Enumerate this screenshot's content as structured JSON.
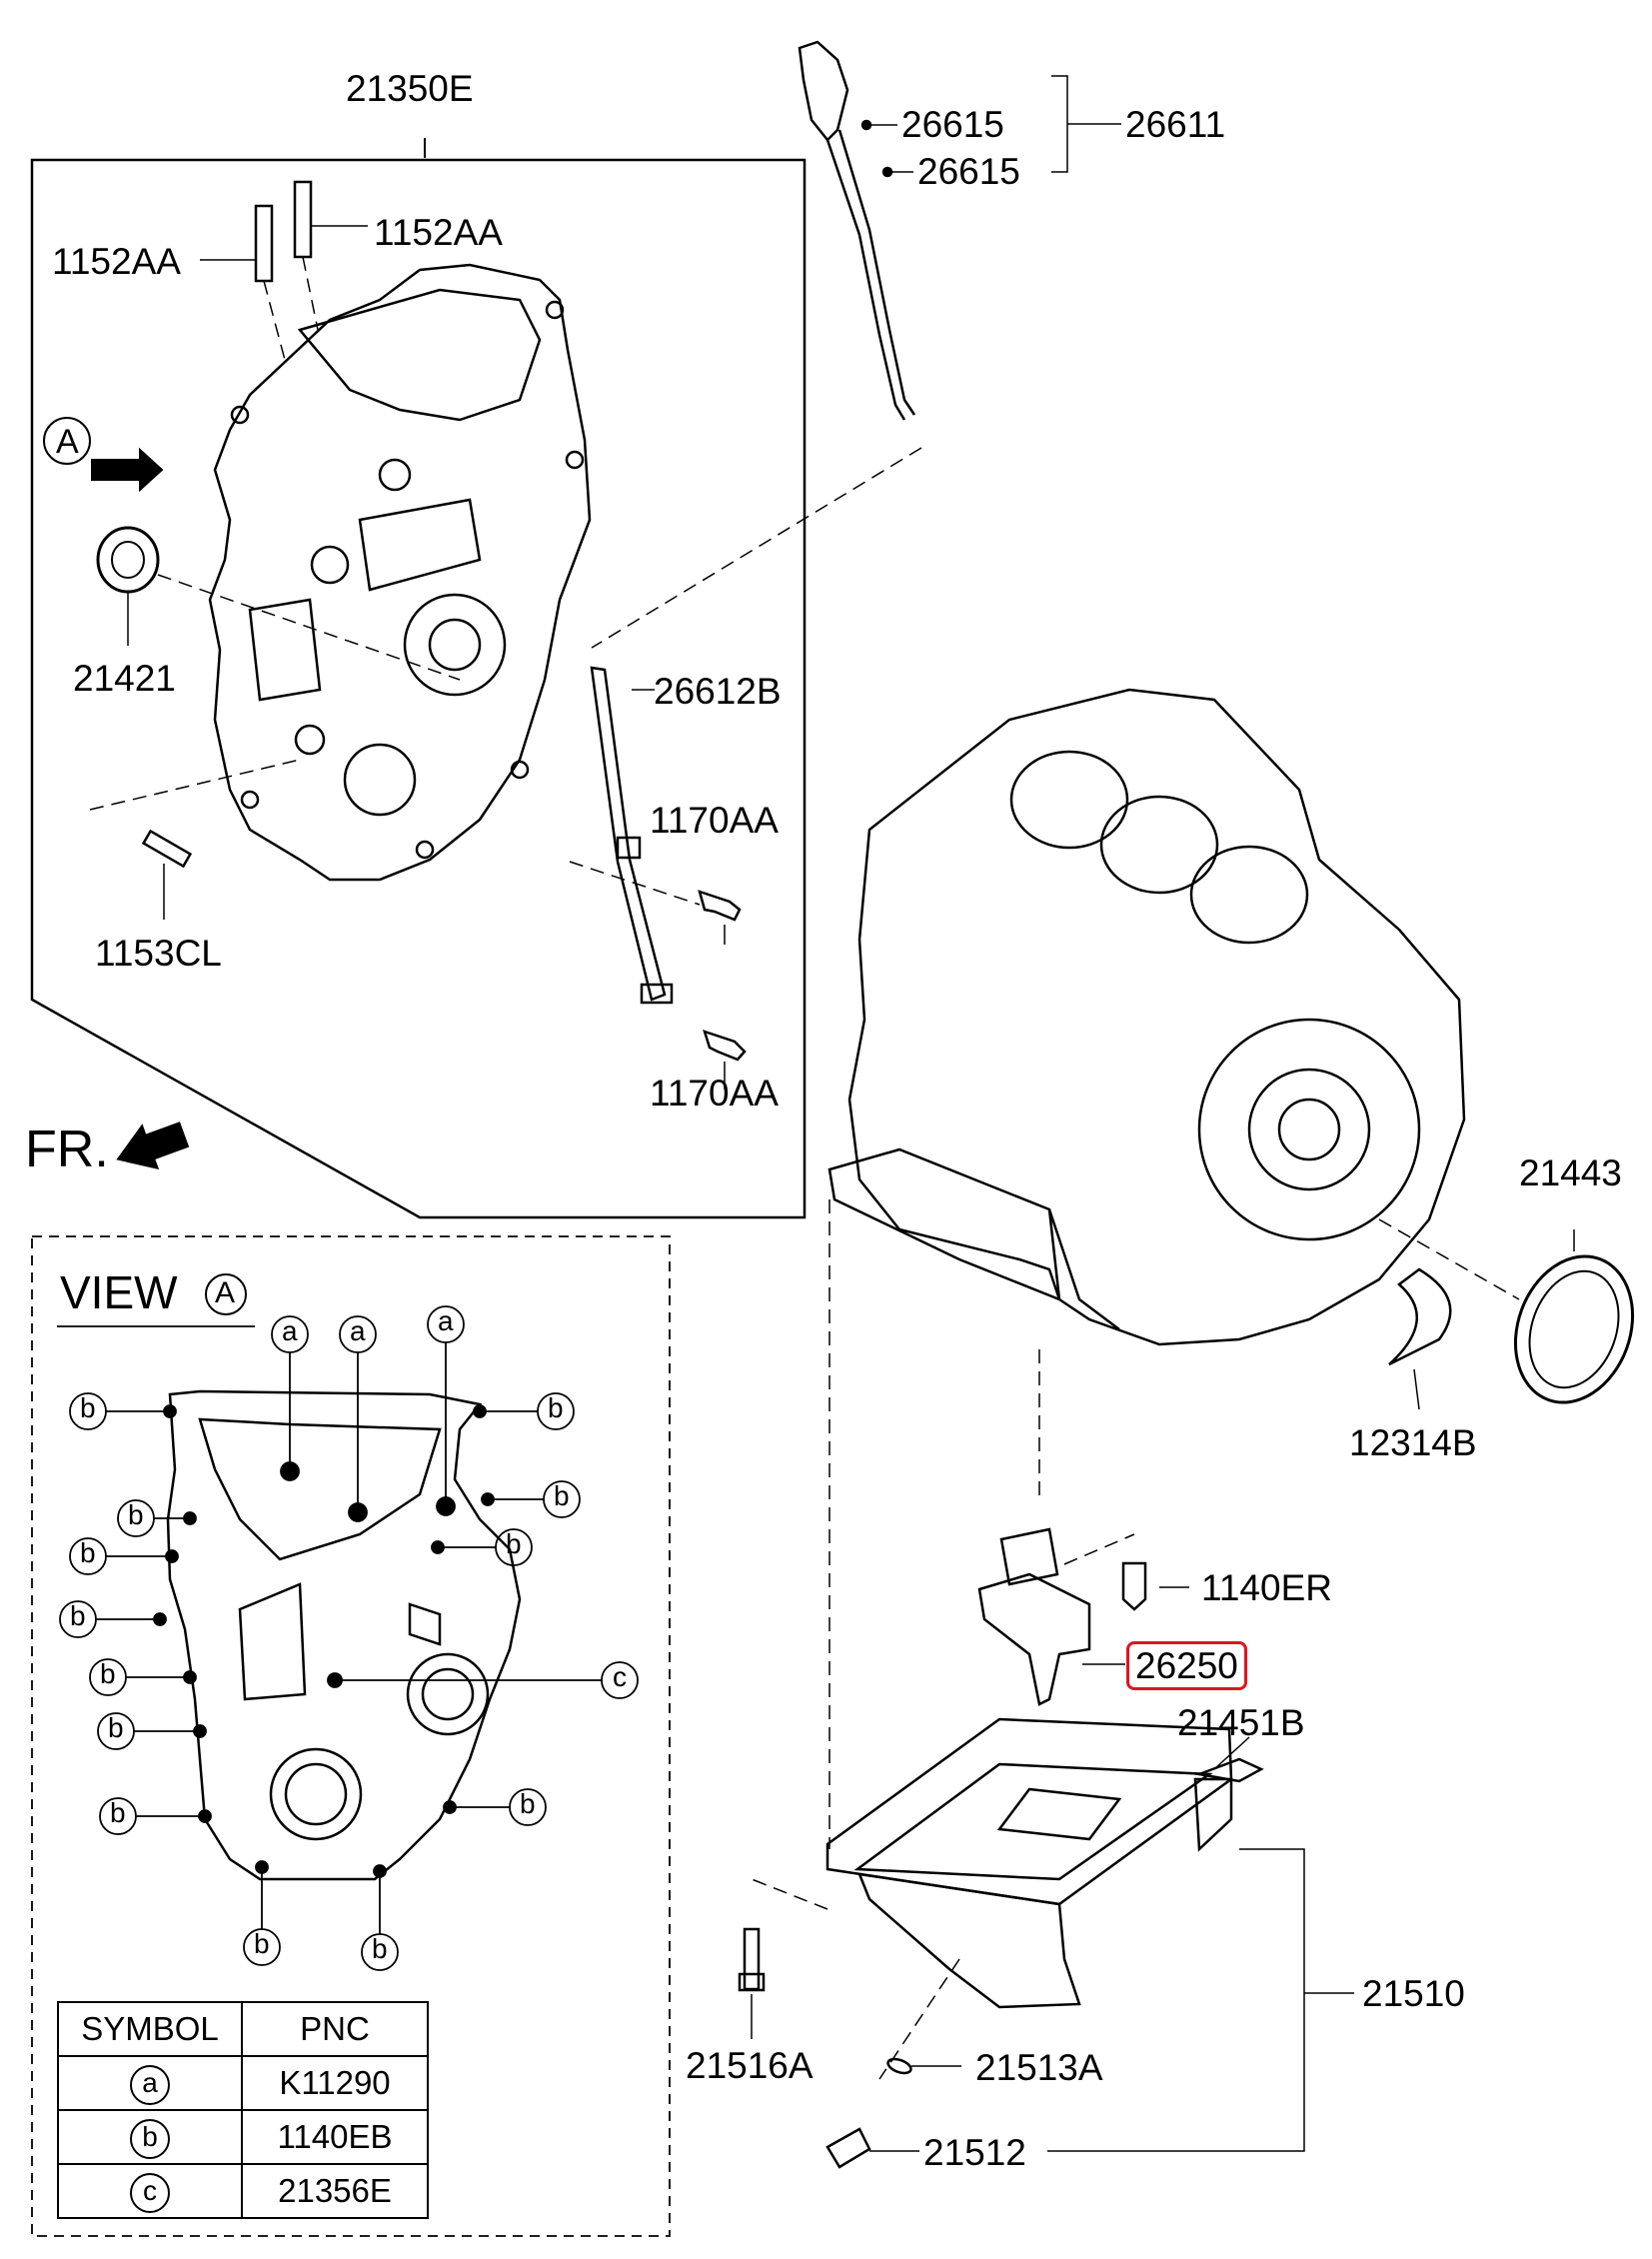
{
  "labels": {
    "front_cover": "21350E",
    "stud_left": "1152AA",
    "stud_right": "1152AA",
    "oil_seal_front": "21421",
    "stud_bottom": "1153CL",
    "dipstick_oring_1": "26615",
    "dipstick_oring_2": "26615",
    "dipstick_assy": "26611",
    "dipstick_guide": "26612B",
    "bolt_guide_1": "1170AA",
    "bolt_guide_2": "1170AA",
    "rear_oil_seal": "21443",
    "thrust_bearing": "12314B",
    "strainer_bolt": "1140ER",
    "oil_strainer": "26250",
    "pan_sensor": "21451B",
    "oil_pan": "21510",
    "pan_bolt": "21516A",
    "drain_gasket": "21513A",
    "drain_plug": "21512",
    "view_marker": "A",
    "front_arrow": "FR."
  },
  "view": {
    "title": "VIEW",
    "marker": "A",
    "callouts": [
      "a",
      "b",
      "c"
    ]
  },
  "legend": {
    "headers": [
      "SYMBOL",
      "PNC"
    ],
    "rows": [
      {
        "symbol": "a",
        "pnc": "K11290"
      },
      {
        "symbol": "b",
        "pnc": "1140EB"
      },
      {
        "symbol": "c",
        "pnc": "21356E"
      }
    ]
  },
  "colors": {
    "highlight": "#e0141e",
    "ink": "#000000"
  }
}
